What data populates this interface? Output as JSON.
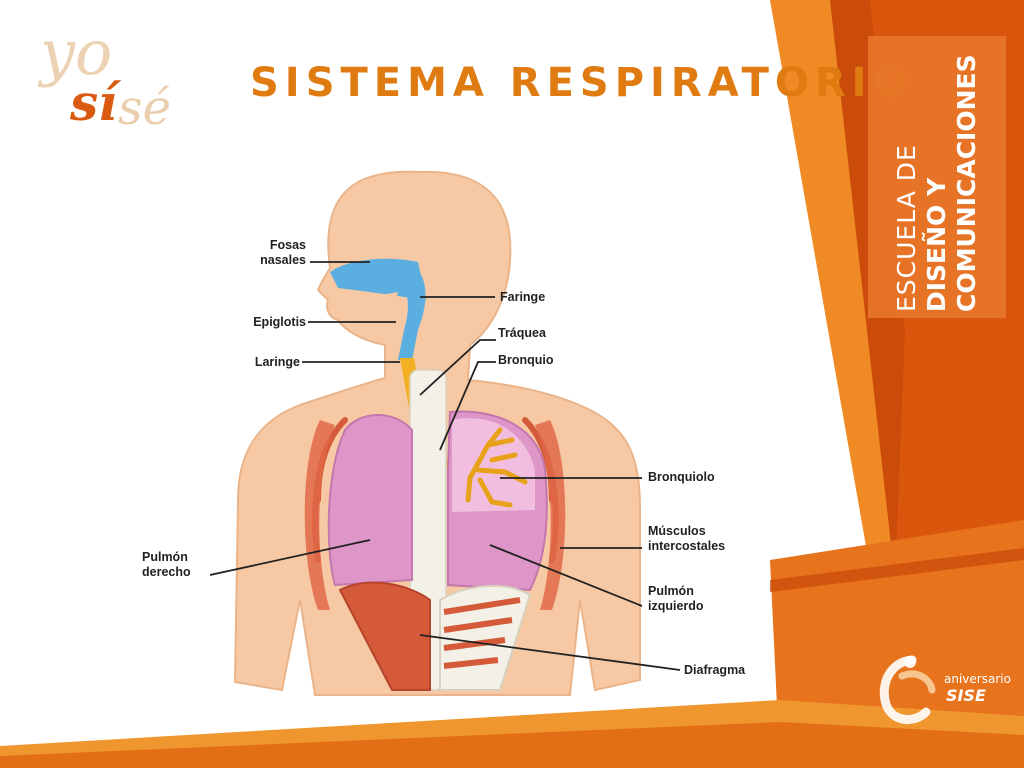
{
  "slide": {
    "title": "SISTEMA RESPIRATORIO",
    "logo": {
      "yo": "yo",
      "si": "sí",
      "se": "sé"
    },
    "brand": {
      "line1": "ESCUELA DE",
      "line2": "DISEÑO Y",
      "line3": "COMUNICACIONES"
    },
    "anniversary": {
      "label": "aniversario",
      "brand": "SISE"
    }
  },
  "diagram": {
    "labels": {
      "fosas_nasales": [
        "Fosas",
        "nasales"
      ],
      "faringe": "Faringe",
      "epiglotis": "Epiglotis",
      "traquea": "Tráquea",
      "laringe": "Laringe",
      "bronquio": "Bronquio",
      "bronquiolo": "Bronquiolo",
      "musculos_intercostales": [
        "Músculos",
        "intercostales"
      ],
      "pulmon_derecho": [
        "Pulmón",
        "derecho"
      ],
      "pulmon_izquierdo": [
        "Pulmón",
        "izquierdo"
      ],
      "diafragma": "Diafragma"
    }
  },
  "colors": {
    "accent_orange": "#e07b12",
    "deep_orange": "#d9560c",
    "skin": "#f6c9a4",
    "airway_blue": "#5aaee0",
    "trachea_yellow": "#f2b022",
    "lung_pink": "#dd96c7",
    "muscle_red": "#d45a3a"
  }
}
